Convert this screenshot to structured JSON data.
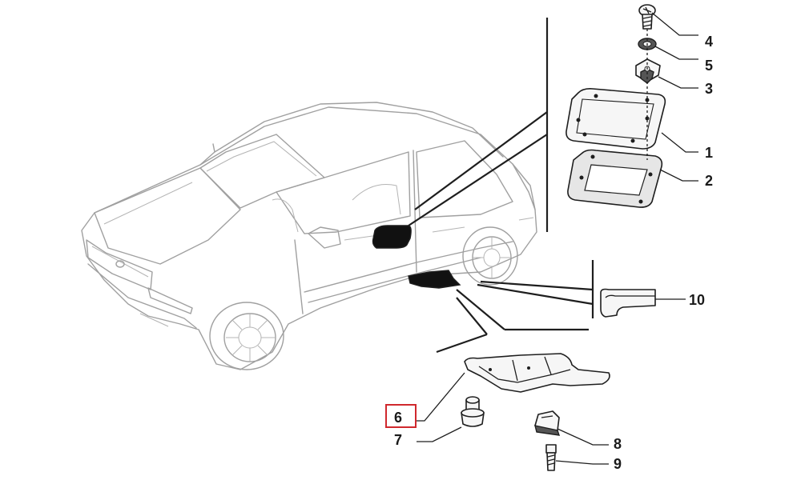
{
  "callouts": [
    {
      "id": "1",
      "label": "1"
    },
    {
      "id": "2",
      "label": "2"
    },
    {
      "id": "3",
      "label": "3"
    },
    {
      "id": "4",
      "label": "4"
    },
    {
      "id": "5",
      "label": "5"
    },
    {
      "id": "6",
      "label": "6",
      "highlighted": true
    },
    {
      "id": "7",
      "label": "7"
    },
    {
      "id": "8",
      "label": "8"
    },
    {
      "id": "9",
      "label": "9"
    },
    {
      "id": "10",
      "label": "10"
    }
  ],
  "colors": {
    "highlight": "#d0282d",
    "ink": "#1e1e1e",
    "car_outline": "#a0a0a0"
  }
}
